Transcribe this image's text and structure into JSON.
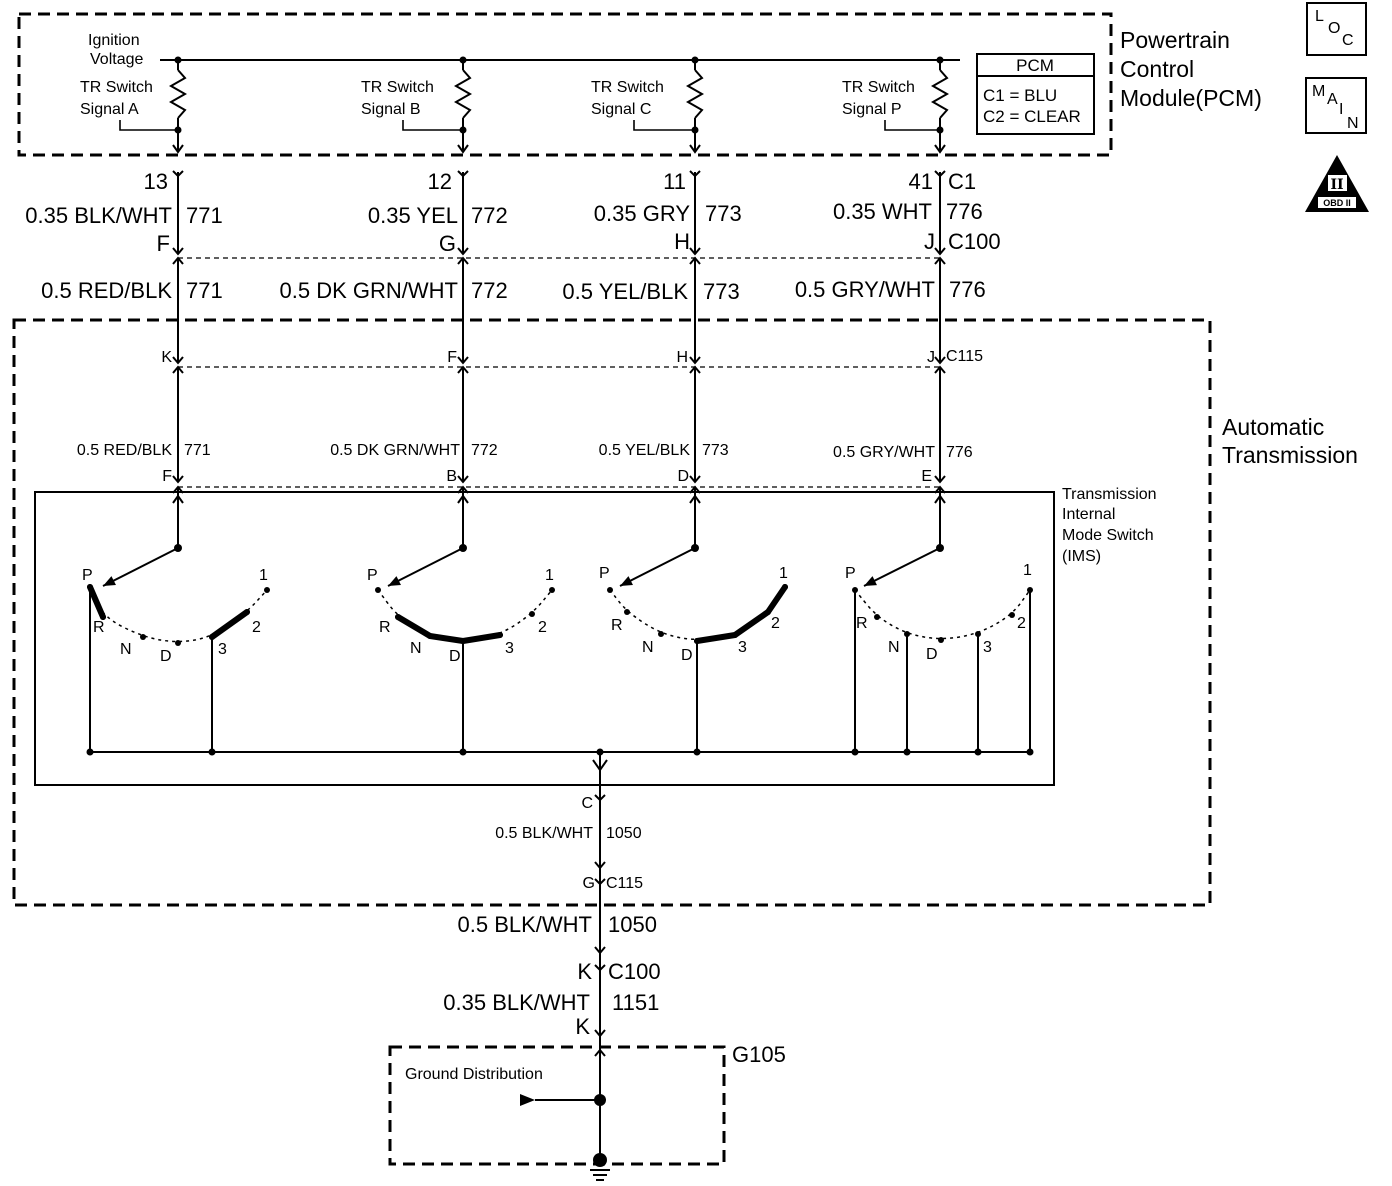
{
  "pcm": {
    "title_lines": [
      "Powertrain",
      "Control",
      "Module(PCM)"
    ],
    "ignition_voltage": [
      "Ignition",
      "Voltage"
    ],
    "legend_title": "PCM",
    "legend_lines": [
      "C1 = BLU",
      "C2 = CLEAR"
    ],
    "signals": [
      {
        "lines": [
          "TR Switch",
          "Signal A"
        ]
      },
      {
        "lines": [
          "TR Switch",
          "Signal B"
        ]
      },
      {
        "lines": [
          "TR Switch",
          "Signal C"
        ]
      },
      {
        "lines": [
          "TR Switch",
          "Signal P"
        ]
      }
    ]
  },
  "icons": {
    "loc": [
      "L",
      "O",
      "C"
    ],
    "main": [
      "M",
      "A",
      "I",
      "N"
    ],
    "obd": {
      "numeral": "II",
      "label": "OBD II"
    }
  },
  "circuits": [
    {
      "pcm_pin": "13",
      "pcm_wire": "0.35 BLK/WHT",
      "circuit": "771",
      "c100_pin": "F",
      "harness_wire": "0.5 RED/BLK",
      "c115_pin": "K",
      "trans_wire": "0.5 RED/BLK",
      "ims_pin": "F"
    },
    {
      "pcm_pin": "12",
      "pcm_wire": "0.35 YEL",
      "circuit": "772",
      "c100_pin": "G",
      "harness_wire": "0.5 DK GRN/WHT",
      "c115_pin": "F",
      "trans_wire": "0.5 DK GRN/WHT",
      "ims_pin": "B"
    },
    {
      "pcm_pin": "11",
      "pcm_wire": "0.35 GRY",
      "circuit": "773",
      "c100_pin": "H",
      "harness_wire": "0.5 YEL/BLK",
      "c115_pin": "H",
      "trans_wire": "0.5 YEL/BLK",
      "ims_pin": "D"
    },
    {
      "pcm_pin": "41",
      "pcm_wire": "0.35 WHT",
      "circuit": "776",
      "c100_pin": "J",
      "harness_wire": "0.5 GRY/WHT",
      "c115_pin": "J",
      "trans_wire": "0.5 GRY/WHT",
      "ims_pin": "E"
    }
  ],
  "connectors": {
    "c1": "C1",
    "c100": "C100",
    "c115": "C115"
  },
  "transmission": {
    "title_lines": [
      "Automatic",
      "Transmission"
    ],
    "ims_lines": [
      "Transmission",
      "Internal",
      "Mode Switch",
      "(IMS)"
    ]
  },
  "switch_positions": [
    "P",
    "R",
    "N",
    "D",
    "3",
    "2",
    "1"
  ],
  "ground": {
    "ims_pin": "C",
    "trans_wire": "0.5 BLK/WHT",
    "trans_circuit": "1050",
    "c115_pin": "G",
    "harness_wire": "0.5 BLK/WHT",
    "harness_circuit": "1050",
    "c100_pin": "K",
    "final_wire": "0.35 BLK/WHT",
    "final_circuit": "1151",
    "ground_pin": "K",
    "ground_id": "G105",
    "distribution_label": "Ground Distribution"
  }
}
